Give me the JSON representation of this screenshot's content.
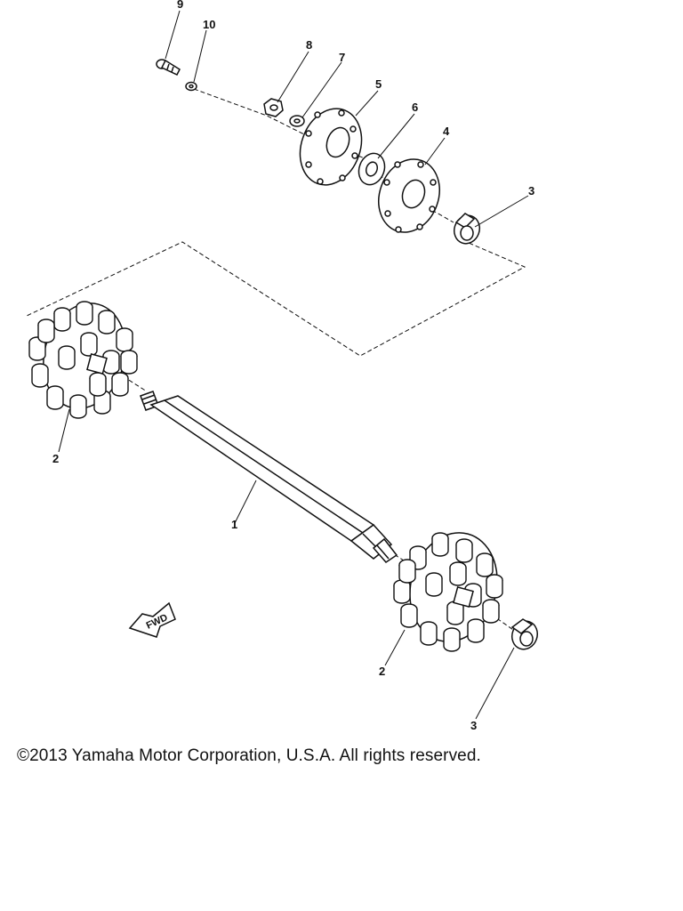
{
  "callouts": {
    "c1": "1",
    "c2a": "2",
    "c2b": "2",
    "c3a": "3",
    "c3b": "3",
    "c4": "4",
    "c5": "5",
    "c6": "6",
    "c7": "7",
    "c8": "8",
    "c9": "9",
    "c10": "10"
  },
  "fwd_label": "FWD",
  "copyright": "©2013 Yamaha Motor Corporation, U.S.A. All rights reserved.",
  "colors": {
    "ink": "#111111",
    "background": "#ffffff"
  }
}
